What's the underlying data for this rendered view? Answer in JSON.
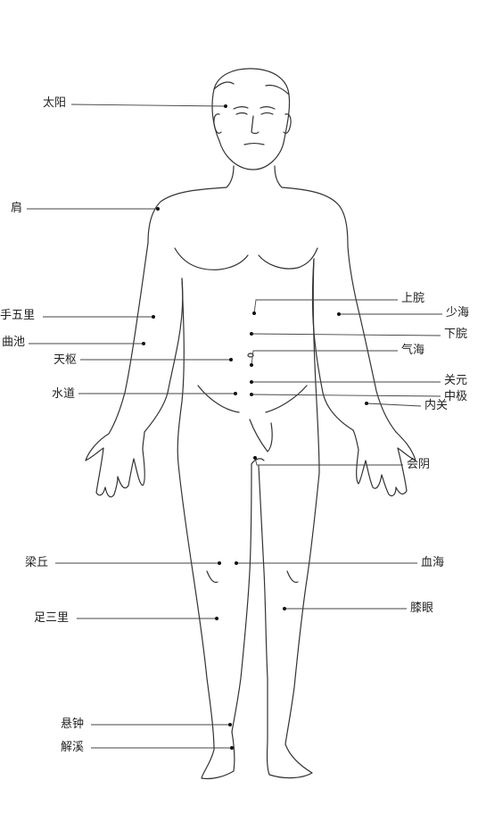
{
  "colors": {
    "line": "#444444",
    "body": "#333333",
    "dot": "#111111",
    "text": "#222222"
  },
  "points": [
    {
      "id": "taiyang",
      "label": "太阳"
    },
    {
      "id": "jian",
      "label": "肩"
    },
    {
      "id": "shouwuli",
      "label": "手五里"
    },
    {
      "id": "quchi",
      "label": "曲池"
    },
    {
      "id": "tianshu",
      "label": "天枢"
    },
    {
      "id": "shuidao",
      "label": "水道"
    },
    {
      "id": "shangwan",
      "label": "上脘"
    },
    {
      "id": "shaohai",
      "label": "少海"
    },
    {
      "id": "xiawan",
      "label": "下脘"
    },
    {
      "id": "qihai",
      "label": "气海"
    },
    {
      "id": "guanyuan",
      "label": "关元"
    },
    {
      "id": "zhongji",
      "label": "中极"
    },
    {
      "id": "neiguan",
      "label": "内关"
    },
    {
      "id": "huiyin",
      "label": "会阴"
    },
    {
      "id": "liangqiu",
      "label": "梁丘"
    },
    {
      "id": "xuehai",
      "label": "血海"
    },
    {
      "id": "xiyan",
      "label": "膝眼"
    },
    {
      "id": "zusanli",
      "label": "足三里"
    },
    {
      "id": "xuanzhong",
      "label": "悬钟"
    },
    {
      "id": "jiexi",
      "label": "解溪"
    }
  ]
}
